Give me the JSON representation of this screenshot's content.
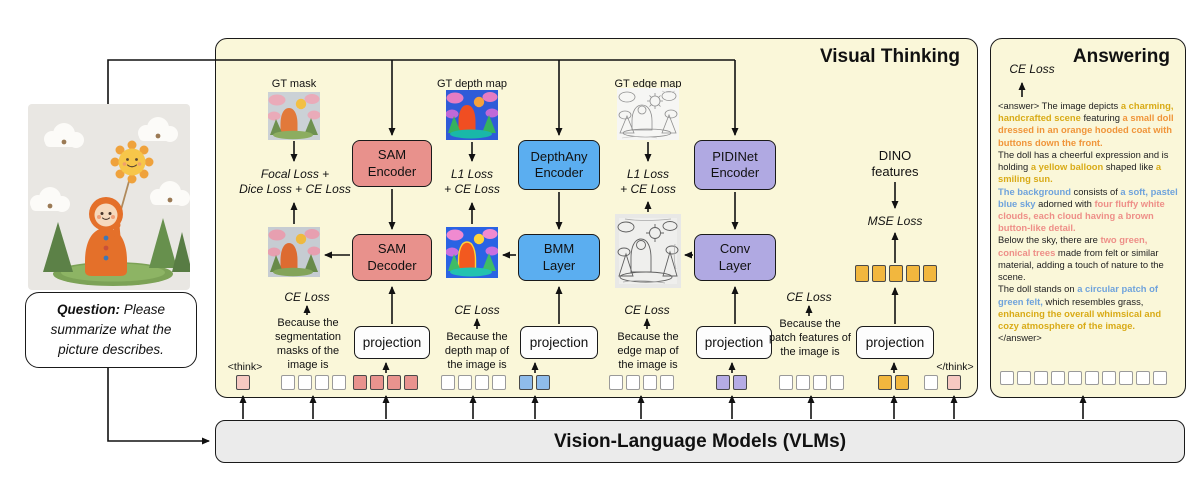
{
  "input": {
    "question_label": "Question:",
    "question_text": " Please summarize what the picture describes."
  },
  "vlm": {
    "label": "Vision-Language Models (VLMs)"
  },
  "visual_thinking": {
    "title": "Visual Thinking",
    "think_open": "<think>",
    "think_close": "</think>",
    "mask": {
      "gt_label": "GT mask",
      "loss": "Focal Loss +\nDice Loss + CE Loss",
      "encoder": "SAM\nEncoder",
      "decoder": "SAM\nDecoder",
      "projection": "projection",
      "ce_loss": "CE Loss",
      "reason": "Because the\nsegmentation\nmasks of the\nimage is"
    },
    "depth": {
      "gt_label": "GT depth map",
      "loss": "L1 Loss\n+ CE Loss",
      "encoder": "DepthAny\nEncoder",
      "layer": "BMM\nLayer",
      "projection": "projection",
      "ce_loss": "CE Loss",
      "reason": "Because the\ndepth map of\nthe image is"
    },
    "edge": {
      "gt_label": "GT edge map",
      "loss": "L1 Loss\n+ CE Loss",
      "encoder": "PIDINet\nEncoder",
      "layer": "Conv\nLayer",
      "projection": "projection",
      "ce_loss": "CE Loss",
      "reason": "Because the\nedge map of\nthe image is"
    },
    "dino": {
      "features_label": "DINO\nfeatures",
      "mse_loss": "MSE Loss",
      "projection": "projection",
      "ce_loss": "CE Loss",
      "reason": "Because the\npatch features of\nthe image is",
      "feature_token_count": 5
    },
    "token_groups": [
      {
        "color": "pink",
        "count": 1
      },
      {
        "color": "white",
        "count": 4
      },
      {
        "color": "red",
        "count": 4
      },
      {
        "color": "white",
        "count": 4
      },
      {
        "color": "blue",
        "count": 2
      },
      {
        "color": "white",
        "count": 4
      },
      {
        "color": "purple",
        "count": 2
      },
      {
        "color": "white",
        "count": 4
      },
      {
        "color": "amber",
        "count": 2
      },
      {
        "color": "white",
        "count": 1
      },
      {
        "color": "pink",
        "count": 1
      }
    ]
  },
  "answering": {
    "title": "Answering",
    "ce_loss": "CE Loss",
    "token_count": 10,
    "segments": [
      {
        "t": "<answer> The image depicts ",
        "c": "black"
      },
      {
        "t": "a charming, handcrafted scene",
        "c": "yellow"
      },
      {
        "t": " featuring ",
        "c": "black"
      },
      {
        "t": "a small doll dressed in an orange hooded coat with buttons down the front.",
        "c": "orange"
      },
      {
        "t": "\nThe doll has a cheerful expression and is holding ",
        "c": "black"
      },
      {
        "t": "a yellow balloon",
        "c": "yellow"
      },
      {
        "t": " shaped like ",
        "c": "black"
      },
      {
        "t": "a smiling sun.",
        "c": "yellow"
      },
      {
        "t": "\nThe background",
        "c": "blue"
      },
      {
        "t": " consists of ",
        "c": "black"
      },
      {
        "t": "a soft, pastel blue sky",
        "c": "blue"
      },
      {
        "t": " adorned with ",
        "c": "black"
      },
      {
        "t": "four fluffy white clouds, each cloud having a brown button-like detail.",
        "c": "pink"
      },
      {
        "t": "\nBelow the sky, there are ",
        "c": "black"
      },
      {
        "t": "two green, conical trees",
        "c": "pink"
      },
      {
        "t": " made from felt or similar material, adding a touch of nature to the scene.",
        "c": "black"
      },
      {
        "t": "\nThe doll stands on ",
        "c": "black"
      },
      {
        "t": "a circular patch of green felt,",
        "c": "blue"
      },
      {
        "t": " which resembles grass, ",
        "c": "black"
      },
      {
        "t": "enhancing the overall whimsical and cozy atmosphere of the image.",
        "c": "yellow"
      },
      {
        "t": "\n</answer>",
        "c": "black"
      }
    ],
    "colors": {
      "black": "#222222",
      "yellow": "#d9ab17",
      "orange": "#f0953a",
      "blue": "#6fa3dc",
      "pink": "#ee8f88"
    }
  },
  "token_colors": {
    "white": "#ffffff",
    "pink": "#f6c9c2",
    "red": "#e8938e",
    "blue": "#8fbceb",
    "purple": "#b5ace5",
    "amber": "#f2b73e"
  },
  "palette": {
    "panel_yellow": "#faf7d9",
    "sam_red": "#e8918c",
    "depth_blue": "#5baef0",
    "edge_purple": "#b0a9e2",
    "vlm_gray": "#ebebeb"
  }
}
